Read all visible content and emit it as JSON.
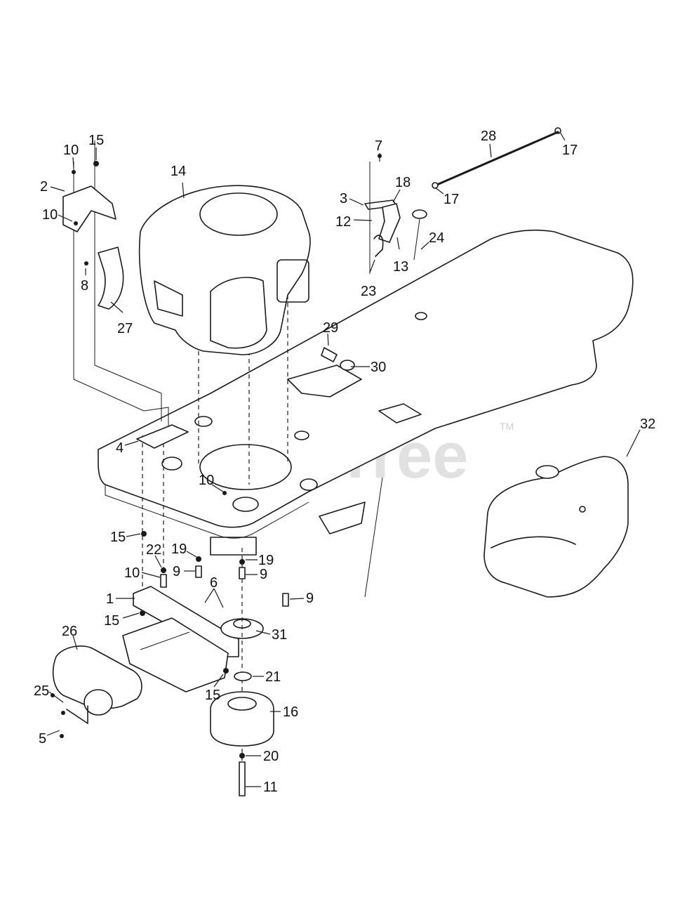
{
  "watermark": {
    "text": "PartsTree",
    "trademark": "TM"
  },
  "callouts": [
    {
      "id": "c-15-top",
      "label": "15"
    },
    {
      "id": "c-10-top",
      "label": "10"
    },
    {
      "id": "c-2",
      "label": "2"
    },
    {
      "id": "c-10-left",
      "label": "10"
    },
    {
      "id": "c-8",
      "label": "8"
    },
    {
      "id": "c-27",
      "label": "27"
    },
    {
      "id": "c-14",
      "label": "14"
    },
    {
      "id": "c-7",
      "label": "7"
    },
    {
      "id": "c-3",
      "label": "3"
    },
    {
      "id": "c-18",
      "label": "18"
    },
    {
      "id": "c-12",
      "label": "12"
    },
    {
      "id": "c-13",
      "label": "13"
    },
    {
      "id": "c-23",
      "label": "23"
    },
    {
      "id": "c-24",
      "label": "24"
    },
    {
      "id": "c-28",
      "label": "28"
    },
    {
      "id": "c-17-a",
      "label": "17"
    },
    {
      "id": "c-17-b",
      "label": "17"
    },
    {
      "id": "c-29",
      "label": "29"
    },
    {
      "id": "c-30",
      "label": "30"
    },
    {
      "id": "c-4",
      "label": "4"
    },
    {
      "id": "c-10-mid",
      "label": "10"
    },
    {
      "id": "c-32",
      "label": "32"
    },
    {
      "id": "c-15-mid",
      "label": "15"
    },
    {
      "id": "c-22",
      "label": "22"
    },
    {
      "id": "c-19-a",
      "label": "19"
    },
    {
      "id": "c-19-b",
      "label": "19"
    },
    {
      "id": "c-10-low",
      "label": "10"
    },
    {
      "id": "c-9-a",
      "label": "9"
    },
    {
      "id": "c-9-b",
      "label": "9"
    },
    {
      "id": "c-9-c",
      "label": "9"
    },
    {
      "id": "c-6",
      "label": "6"
    },
    {
      "id": "c-1",
      "label": "1"
    },
    {
      "id": "c-15-low",
      "label": "15"
    },
    {
      "id": "c-31",
      "label": "31"
    },
    {
      "id": "c-26",
      "label": "26"
    },
    {
      "id": "c-21",
      "label": "21"
    },
    {
      "id": "c-15-bottom",
      "label": "15"
    },
    {
      "id": "c-16",
      "label": "16"
    },
    {
      "id": "c-25",
      "label": "25"
    },
    {
      "id": "c-5",
      "label": "5"
    },
    {
      "id": "c-20",
      "label": "20"
    },
    {
      "id": "c-11",
      "label": "11"
    }
  ]
}
